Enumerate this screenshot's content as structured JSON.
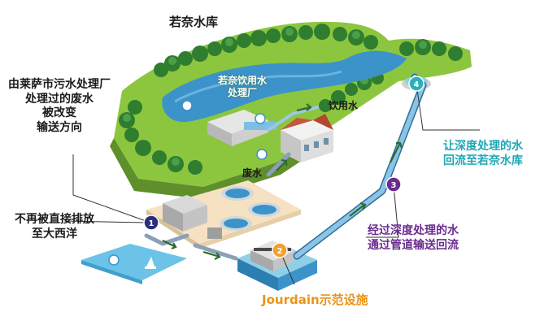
{
  "labels": {
    "reservoir": "若奈水库",
    "plant": [
      "若奈饮用水",
      "处理厂"
    ],
    "drinking_water": "饮用水",
    "wastewater": "废水",
    "redirect": [
      "由莱萨市污水处理厂",
      "处理过的废水",
      "被改变",
      "输送方向"
    ],
    "no_discharge": [
      "不再被直接排放",
      "至大西洋"
    ],
    "return_flow": [
      "让深度处理的水",
      "回流至若奈水库"
    ],
    "pipeline": [
      "经过深度处理的水",
      "通过管道输送回流"
    ],
    "jourdain": "Jourdain示范设施"
  },
  "steps": [
    {
      "num": "1",
      "color": "#2b2f7a"
    },
    {
      "num": "2",
      "color": "#f0a030"
    },
    {
      "num": "3",
      "color": "#6a2c8f"
    },
    {
      "num": "4",
      "color": "#2bb0b8"
    }
  ],
  "colors": {
    "teal": "#1fa8b5",
    "purple": "#6a2c8f",
    "orange": "#e8931a",
    "navy": "#2b2f7a",
    "grass": "#8cc63f",
    "water": "#3c93c9"
  }
}
